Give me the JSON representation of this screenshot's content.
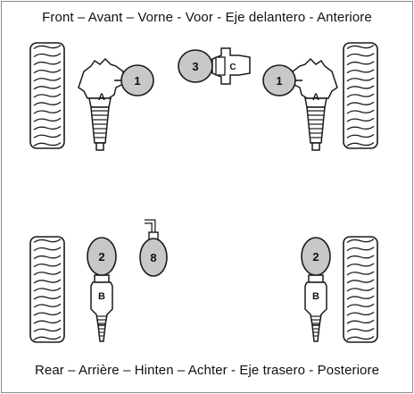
{
  "captions": {
    "front": "Front – Avant – Vorne - Voor - Eje delantero - Anteriore",
    "rear": "Rear – Arrière – Hinten – Achter - Eje trasero - Posteriore"
  },
  "labels": {
    "front_left_ball": "1",
    "front_right_ball": "1",
    "front_left_arm": "A",
    "front_right_arm": "A",
    "center_ball": "3",
    "center_part": "C",
    "rear_left_ball": "2",
    "rear_right_ball": "2",
    "rear_left_arm": "B",
    "rear_right_arm": "B",
    "pump_ball": "8"
  },
  "colors": {
    "ball_fill": "#c8c8c8",
    "stroke": "#1a1a1a",
    "background": "#ffffff"
  }
}
